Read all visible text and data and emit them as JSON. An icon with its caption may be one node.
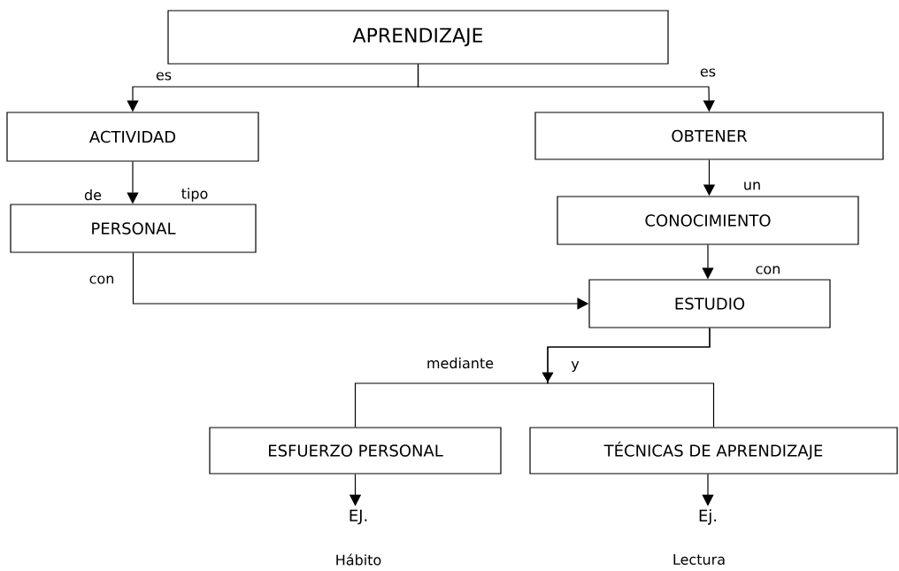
{
  "diagram": {
    "nodes": [
      {
        "text": [
          "APRENDIZAJE"
        ]
      },
      {
        "text": [
          "ACTIVIDAD"
        ]
      },
      {
        "text": [
          "OBTENER"
        ]
      },
      {
        "text": [
          "PERSONAL"
        ]
      },
      {
        "text": [
          "CONOCIMIENTO"
        ]
      },
      {
        "text": [
          "ESTUDIO"
        ]
      },
      {
        "text": [
          "ESFUERZO PERSONAL"
        ]
      },
      {
        "text": [
          "TÉCNICAS DE APRENDIZAJE"
        ]
      },
      {
        "text": [
          "EJ."
        ]
      },
      {
        "text": [
          "Ej."
        ]
      }
    ],
    "edges": [
      {
        "from": 0,
        "to": 1,
        "arrow": "to",
        "label": "es"
      },
      {
        "from": 0,
        "to": 2,
        "arrow": "to",
        "label": "es"
      },
      {
        "from": 1,
        "to": 3,
        "arrow": "to",
        "label": "de"
      },
      {
        "from": 2,
        "to": 4,
        "arrow": "to",
        "label": "un"
      },
      {
        "from": 4,
        "to": 5,
        "arrow": "to",
        "label": "con"
      },
      {
        "from": 3,
        "to": 5,
        "arrow": "to",
        "label": "con"
      },
      {
        "from": 5,
        "to": 6,
        "arrow": "to",
        "label": "mediante"
      },
      {
        "from": 5,
        "to": 7,
        "arrow": "to",
        "label": "y"
      },
      {
        "from": 6,
        "to": 8,
        "arrow": "to"
      },
      {
        "from": 7,
        "to": 9,
        "arrow": "to"
      }
    ],
    "labels": [
      "tipo",
      "Hábito",
      "Lectura"
    ]
  }
}
